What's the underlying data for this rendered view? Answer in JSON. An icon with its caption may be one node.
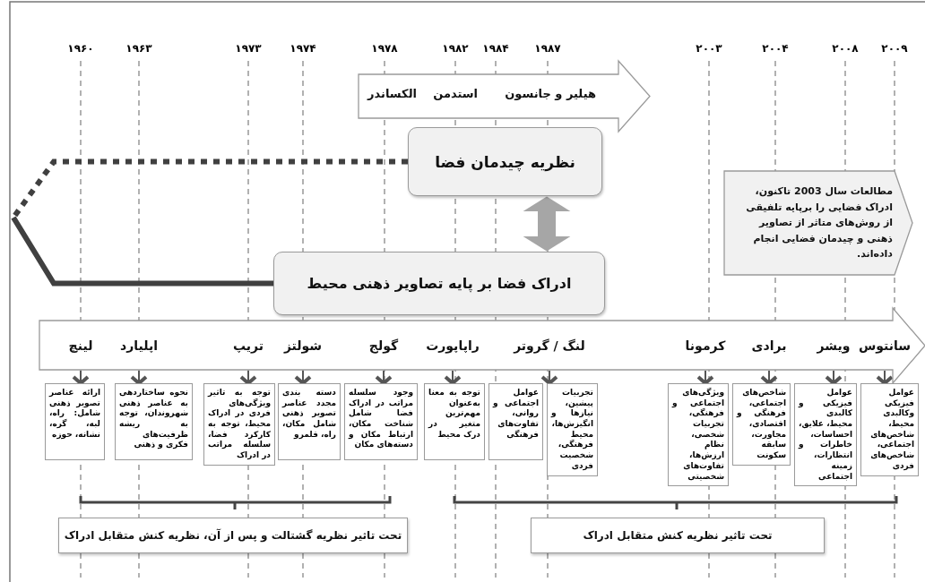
{
  "diagram": {
    "nodes": [
      {
        "text": [
          "هیلیر و جانسون",
          "استدمن",
          "الکساندر"
        ]
      },
      {
        "text": [
          "نظریه چیدمان فضا"
        ]
      },
      {
        "text": [
          "ادراک فضا بر پایه تصاویر ذهنی محیط"
        ]
      },
      {
        "text": [
          "مطالعات سال **2003** تاکنون، ادراک فضایی را برپایه تلفیقی از روش‌های متاثر از تصاویر ذهنی و چیدمان فضایی انجام داده‌اند."
        ]
      },
      {
        "text": [],
        "shape": "arrow"
      },
      {
        "text": [
          "لینچ"
        ],
        "in": 4
      },
      {
        "text": [
          "اپلیارد"
        ],
        "in": 4
      },
      {
        "text": [
          "تریپ"
        ],
        "in": 4
      },
      {
        "text": [
          "شولتز"
        ],
        "in": 4
      },
      {
        "text": [
          "گولج"
        ],
        "in": 4
      },
      {
        "text": [
          "راپاپورت"
        ],
        "in": 4
      },
      {
        "text": [
          "لنگ / گروتر"
        ],
        "in": 4
      },
      {
        "text": [
          "کرمونا"
        ],
        "in": 4
      },
      {
        "text": [
          "برادی"
        ],
        "in": 4
      },
      {
        "text": [
          "ویشر"
        ],
        "in": 4
      },
      {
        "text": [
          "سانتوس"
        ],
        "in": 4
      },
      {
        "text": [
          "ارائه عناصر تصویر ذهنی شامل: راه، لبه، گره، نشانه، حوزه"
        ]
      },
      {
        "text": [
          "نحوه ساختاردهی به عناصر ذهنی شهروندان، توجه به ریشه ظرفیت‌های فکری و ذهنی"
        ]
      },
      {
        "text": [
          "توجه به تاثیر ویژگی‌های فردی در ادراک محیط، توجه به کارکرد فضا، سلسله مراتب در ادراک"
        ]
      },
      {
        "text": [
          "دسته بندی مجدد عناصر تصویر ذهنی شامل مکان، راه، قلمرو"
        ]
      },
      {
        "text": [
          "وجود سلسله مراتب در ادراک فضا شامل شناخت مکان، ارتباط مکان و دسته‌های مکان"
        ]
      },
      {
        "text": [
          "توجه به معنا به‌عنوان مهم‌ترین متغیر در درک محیط"
        ]
      },
      {
        "text": [
          "عوامل اجتماعی و روانی، تفاوت‌های فرهنگی"
        ]
      },
      {
        "text": [
          "تجربیات پیشین، نیازها و انگیزش‌ها، محیط فرهنگی، شخصیت فردی"
        ]
      },
      {
        "text": [
          "ویژگی‌های اجتماعی و فرهنگی، تجربیات شخصی، نظام ارزش‌ها، تفاوت‌های شخصیتی"
        ]
      },
      {
        "text": [
          "شاخص‌های اجتماعی، فرهنگی و اقتصادی، مجاورت، سابقه سکونت"
        ]
      },
      {
        "text": [
          "عوامل فیزیکی و کالبدی محیط، علایق، احساسات، خاطرات و انتظارات، زمینه اجتماعی"
        ]
      },
      {
        "text": [
          "عوامل فیزیکی وکالبدی محیط، شاخص‌های اجتماعی، شاخص‌های فردی"
        ]
      },
      {
        "text": [
          "تحت تاثیر نظریه گشتالت و پس از آن، نظریه کنش متقابل ادراک"
        ]
      },
      {
        "text": [
          "تحت تاثیر نظریه کنش متقابل ادراک"
        ]
      }
    ],
    "edges": [
      {
        "from": 1,
        "to": 2,
        "arrow": "both",
        "style": "thick",
        "color": "#a6a6a6"
      },
      {
        "from": 1,
        "to": null,
        "arrow": "none",
        "style": "dashed",
        "color": "#404040"
      },
      {
        "from": 2,
        "to": null,
        "arrow": "none",
        "style": "thick",
        "color": "#404040"
      },
      {
        "from": 5,
        "to": 16,
        "arrow": "to"
      },
      {
        "from": 6,
        "to": 17,
        "arrow": "to"
      },
      {
        "from": 7,
        "to": 18,
        "arrow": "to"
      },
      {
        "from": 8,
        "to": 19,
        "arrow": "to"
      },
      {
        "from": 9,
        "to": 20,
        "arrow": "to"
      },
      {
        "from": 10,
        "to": 21,
        "arrow": "to"
      },
      {
        "from": 11,
        "to": 23,
        "arrow": "to"
      },
      {
        "from": 12,
        "to": 24,
        "arrow": "to"
      },
      {
        "from": 13,
        "to": 25,
        "arrow": "to"
      },
      {
        "from": 14,
        "to": 26,
        "arrow": "to"
      },
      {
        "from": 15,
        "to": 27,
        "arrow": "to"
      }
    ],
    "labels": [
      "۱۹۶۰",
      "۱۹۶۳",
      "۱۹۷۳",
      "۱۹۷۴",
      "۱۹۷۸",
      "۱۹۸۲",
      "۱۹۸۴",
      "۱۹۸۷",
      "۲۰۰۳",
      "۲۰۰۴",
      "۲۰۰۸",
      "۲۰۰۹"
    ]
  }
}
